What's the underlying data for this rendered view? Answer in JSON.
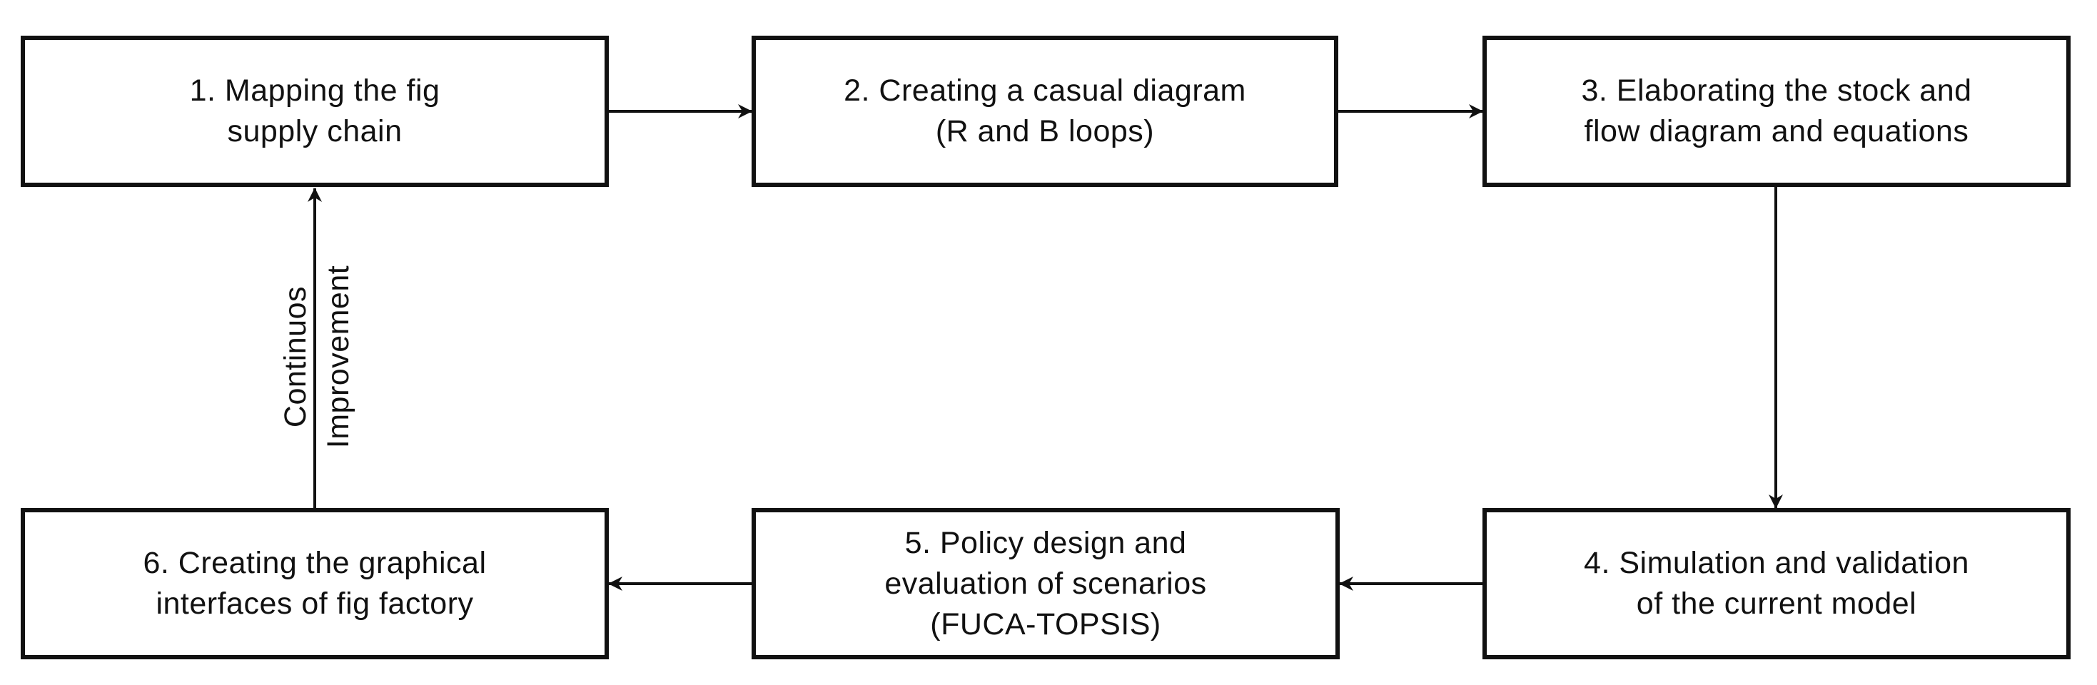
{
  "steps": {
    "step1": {
      "line1": "1. Mapping the fig",
      "line2": "supply chain"
    },
    "step2": {
      "line1": "2. Creating a casual diagram",
      "line2": "(R and B loops)"
    },
    "step3": {
      "line1": "3. Elaborating the stock and",
      "line2": "flow diagram and equations"
    },
    "step4": {
      "line1": "4.  Simulation and validation",
      "line2": "of the current model"
    },
    "step5": {
      "line1": "5. Policy design and",
      "line2": "evaluation of scenarios",
      "line3": "(FUCA-TOPSIS)"
    },
    "step6": {
      "line1": "6.  Creating the graphical",
      "line2": "interfaces of fig factory"
    }
  },
  "loop_label": {
    "line1": "Continuos",
    "line2": "Improvement"
  },
  "colors": {
    "stroke": "#111111",
    "background": "#ffffff"
  }
}
